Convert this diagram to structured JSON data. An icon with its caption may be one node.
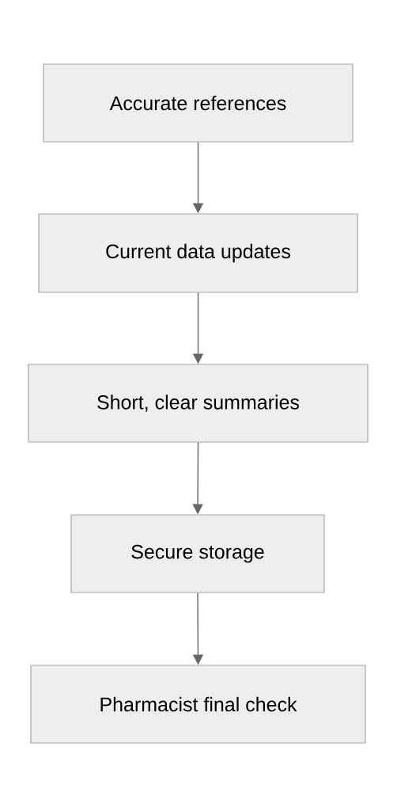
{
  "diagram": {
    "nodes": [
      {
        "text": [
          "Accurate references"
        ]
      },
      {
        "text": [
          "Current data updates"
        ]
      },
      {
        "text": [
          "Short, clear summaries"
        ]
      },
      {
        "text": [
          "Secure storage"
        ]
      },
      {
        "text": [
          "Pharmacist final check"
        ]
      }
    ],
    "edges": [
      {
        "from": 0,
        "to": 1,
        "arrow": "to"
      },
      {
        "from": 1,
        "to": 2,
        "arrow": "to"
      },
      {
        "from": 2,
        "to": 3,
        "arrow": "to"
      },
      {
        "from": 3,
        "to": 4,
        "arrow": "to"
      }
    ]
  }
}
